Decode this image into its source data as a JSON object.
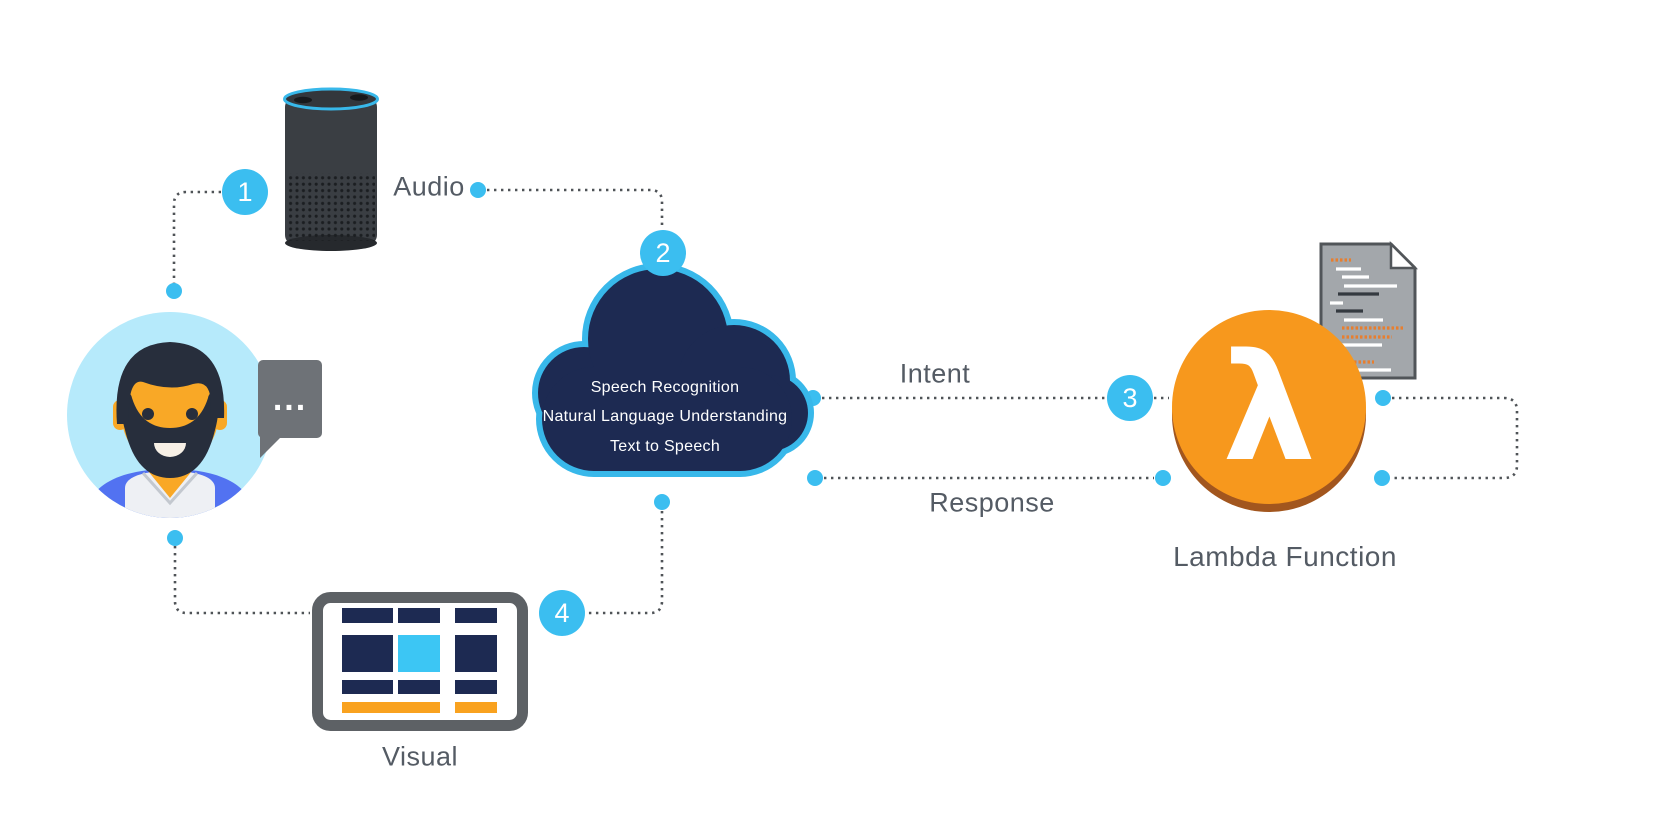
{
  "diagram": {
    "type": "alexa-skill-architecture-flow",
    "steps": [
      "1",
      "2",
      "3",
      "4"
    ],
    "labels": {
      "audio": "Audio",
      "intent": "Intent",
      "response": "Response",
      "visual": "Visual",
      "lambda_function": "Lambda Function"
    },
    "cloud_services": [
      "Speech Recognition",
      "Natural Language Understanding",
      "Text to Speech"
    ],
    "speech_bubble_text": "...",
    "lambda_symbol": "λ",
    "colors": {
      "accent_blue": "#3bbef0",
      "cloud_navy": "#1d2a52",
      "cloud_border_blue": "#38b8ea",
      "lambda_orange": "#f7981d",
      "label_gray": "#545b64",
      "dotted_line_gray": "#4f5357"
    }
  }
}
